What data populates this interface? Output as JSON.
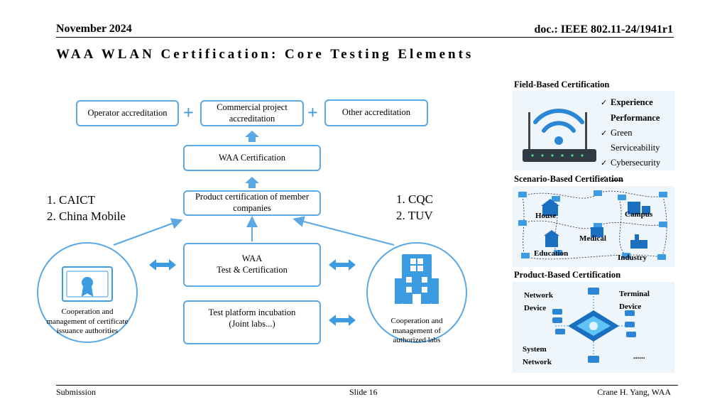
{
  "header": {
    "date": "November 2024",
    "doc": "doc.: IEEE 802.11-24/1941r1",
    "title": "WAA WLAN Certification: Core Testing Elements"
  },
  "diagram": {
    "operator": "Operator accreditation",
    "commercial": "Commercial project accreditation",
    "other": "Other accreditation",
    "plus": "+",
    "waa_cert": "WAA Certification",
    "product_cert": "Product certification of member companies",
    "waa_test_line1": "WAA",
    "waa_test_line2": "Test & Certification",
    "platform_line1": "Test platform incubation",
    "platform_line2": "(Joint labs...)",
    "left_list": [
      "1. CAICT",
      "2. China Mobile"
    ],
    "right_list": [
      "1. CQC",
      "2. TUV"
    ],
    "left_circle_label": [
      "Cooperation and",
      "management of certificate",
      "issuance authorities"
    ],
    "right_circle_label": [
      "Cooperation and",
      "management of",
      "authorized labs"
    ],
    "left_circle_icon": "certificate-icon",
    "right_circle_icon": "building-icon"
  },
  "field_panel": {
    "title": "Field-Based Certification",
    "items": [
      {
        "text": "Experience",
        "checked": true,
        "bold": true
      },
      {
        "text": "Performance",
        "checked": false,
        "bold": true
      },
      {
        "text": "Green",
        "checked": true,
        "bold": false
      },
      {
        "text": "Serviceability",
        "checked": false,
        "bold": false
      },
      {
        "text": "Cybersecurity",
        "checked": true,
        "bold": false
      },
      {
        "text": "......",
        "checked": true,
        "bold": false
      }
    ],
    "icon": "wifi-router-icon"
  },
  "scenario_panel": {
    "title": "Scenario-Based Certification",
    "labels": {
      "house": "House",
      "campus": "Campus",
      "medical": "Medical",
      "education": "Education",
      "industry": "Industry"
    }
  },
  "product_panel": {
    "title": "Product-Based Certification",
    "network_device": [
      "Network",
      "Device"
    ],
    "terminal_device": [
      "Terminal",
      "Device"
    ],
    "system_network": [
      "System",
      "Network"
    ],
    "more": "......"
  },
  "footer": {
    "left": "Submission",
    "center": "Slide 16",
    "right": "Crane H. Yang, WAA"
  },
  "colors": {
    "accent": "#3d9be2",
    "box_border": "#5aa9e6",
    "panel_bg": "#eef5fb"
  }
}
